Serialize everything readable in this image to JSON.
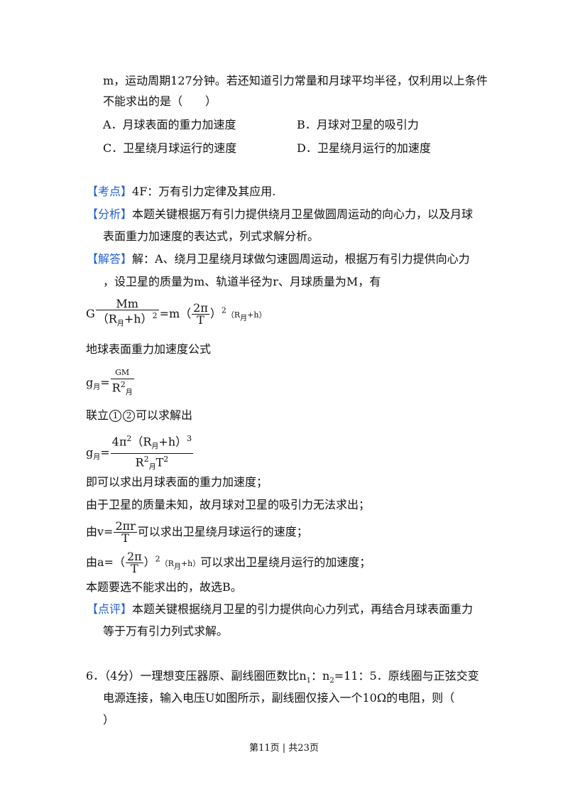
{
  "question5": {
    "line1": "m，运动周期127分钟。若还知道引力常量和月球平均半径，仅利用以上条件",
    "line2": "不能求出的是（　　）",
    "optA": "A．月球表面的重力加速度",
    "optB": "B．月球对卫星的吸引力",
    "optC": "C．卫星绕月球运行的速度",
    "optD": "D．卫星绕月运行的加速度"
  },
  "kaodian": {
    "tag": "【考点】",
    "text": "4F：万有引力定律及其应用."
  },
  "fenxi": {
    "tag": "【分析】",
    "line1": "本题关键根据万有引力提供绕月卫星做圆周运动的向心力，以及月球",
    "line2": "表面重力加速度的表达式，列式求解分析。"
  },
  "jieda": {
    "tag": "【解答】",
    "line1": "解：A、绕月卫星绕月球做匀速圆周运动，根据万有引力提供向心力",
    "line2": "，设卫星的质量为m、轨道半径为r、月球质量为M，有"
  },
  "eq1": {
    "lead": "G",
    "num": "Mm",
    "den_open": "（R",
    "den_sub": "月",
    "den_close": "+h）",
    "den_sup": "2",
    "eq": "=m（",
    "frac_num": "2π",
    "frac_den": "T",
    "close": "）",
    "sup": "2",
    "tail_open": "（R",
    "tail_sub": "月",
    "tail_close": "+h）"
  },
  "text_gravity": "地球表面重力加速度公式",
  "eq2": {
    "lead": "g",
    "sub": "月",
    "eq": "=",
    "num": "GM",
    "den": "R",
    "den_sup": "2",
    "den_sub": "月"
  },
  "text_combine": {
    "pre": "联立",
    "c1": "1",
    "c2": "2",
    "post": "可以求解出"
  },
  "eq3": {
    "lead": "g",
    "sub": "月",
    "eq": "=",
    "num_a": "4π",
    "num_sup": "2",
    "num_b": "（R",
    "num_sub": "月",
    "num_c": "+h）",
    "num_sup2": "3",
    "den_a": "R",
    "den_sup": "2",
    "den_sub": "月",
    "den_b": "T",
    "den_sup2": "2"
  },
  "text_l1": "即可以求出月球表面的重力加速度；",
  "text_l2": "由于卫星的质量未知，故月球对卫星的吸引力无法求出；",
  "eq4": {
    "pre": "由v=",
    "num": "2πr",
    "den": "T",
    "post": "可以求出卫星绕月球运行的速度；"
  },
  "eq5": {
    "pre": "由a=（",
    "num": "2π",
    "den": "T",
    "close": "）",
    "sup": "2",
    "paren_open": "（R",
    "sub": "月",
    "paren_close": "+h）",
    "post": "可以求出卫星绕月运行的加速度；"
  },
  "text_l3": "本题要选不能求出的，故选B。",
  "dianping": {
    "tag": "【点评】",
    "line1": "本题关键根据绕月卫星的引力提供向心力列式，再结合月球表面重力",
    "line2": "等于万有引力列式求解。"
  },
  "question6": {
    "pre": "6．（4分）一理想变压器原、副线圈匝数比n",
    "sub1": "1",
    "mid": "：n",
    "sub2": "2",
    "post": "=11：5．原线圈与正弦交变",
    "line2": "电源连接，输入电压U如图所示，副线圈仅接入一个10Ω的电阻，则（",
    "line3": "）"
  },
  "footer": "第11页 | 共23页"
}
